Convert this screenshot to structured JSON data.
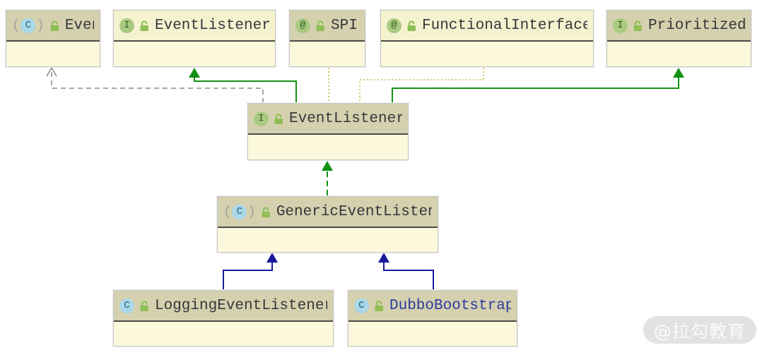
{
  "nodes": [
    {
      "id": "event",
      "label": "Event",
      "kind": "abstract-class",
      "icon_letter": "C"
    },
    {
      "id": "event-listener-jdk",
      "label": "EventListener",
      "kind": "interface",
      "icon_letter": "I"
    },
    {
      "id": "spi",
      "label": "SPI",
      "kind": "annotation",
      "icon_letter": "@"
    },
    {
      "id": "functional-interface",
      "label": "FunctionalInterface",
      "kind": "annotation",
      "icon_letter": "@"
    },
    {
      "id": "prioritized",
      "label": "Prioritized",
      "kind": "interface",
      "icon_letter": "I"
    },
    {
      "id": "event-listener",
      "label": "EventListener",
      "kind": "interface",
      "icon_letter": "I"
    },
    {
      "id": "generic-event-listener",
      "label": "GenericEventListener",
      "kind": "abstract-class",
      "icon_letter": "C"
    },
    {
      "id": "logging-event-listener",
      "label": "LoggingEventListener",
      "kind": "class",
      "icon_letter": "C"
    },
    {
      "id": "dubbo-bootstrap",
      "label": "DubboBootstrap",
      "kind": "class",
      "icon_letter": "C"
    }
  ],
  "edges": [
    {
      "from": "event-listener",
      "to": "event",
      "type": "dependency",
      "style": "gray-dashed-open-arrow"
    },
    {
      "from": "event-listener",
      "to": "event-listener-jdk",
      "type": "generalization",
      "style": "green-solid-filled-arrow"
    },
    {
      "from": "event-listener",
      "to": "prioritized",
      "type": "generalization",
      "style": "green-solid-filled-arrow"
    },
    {
      "from": "spi",
      "to": "event-listener",
      "type": "annotation",
      "style": "olive-dotted"
    },
    {
      "from": "functional-interface",
      "to": "event-listener",
      "type": "annotation",
      "style": "olive-dotted"
    },
    {
      "from": "generic-event-listener",
      "to": "event-listener",
      "type": "realization",
      "style": "green-dashed-filled-arrow"
    },
    {
      "from": "logging-event-listener",
      "to": "generic-event-listener",
      "type": "generalization",
      "style": "navy-solid-filled-arrow"
    },
    {
      "from": "dubbo-bootstrap",
      "to": "generic-event-listener",
      "type": "generalization",
      "style": "navy-solid-filled-arrow"
    }
  ],
  "colors": {
    "background": "#ffffff",
    "node_header_dark": "#d5d1af",
    "node_header_light": "#f5f2d0",
    "node_body": "#fbf8dc",
    "node_border": "#c6c6c6",
    "header_separator": "#4a4a4a",
    "generalization_green": "#149114",
    "extends_navy": "#1a1a9c",
    "dependency_gray": "#8a8a8a",
    "annotation_olive": "#c2bd45",
    "class_icon_blue": "#a9d8e8",
    "interface_icon_green": "#a9ca80",
    "lock_green": "#8fbf56",
    "dubbo_label_blue": "#2b3aa0"
  },
  "watermark": {
    "text": "@拉勾教育"
  }
}
